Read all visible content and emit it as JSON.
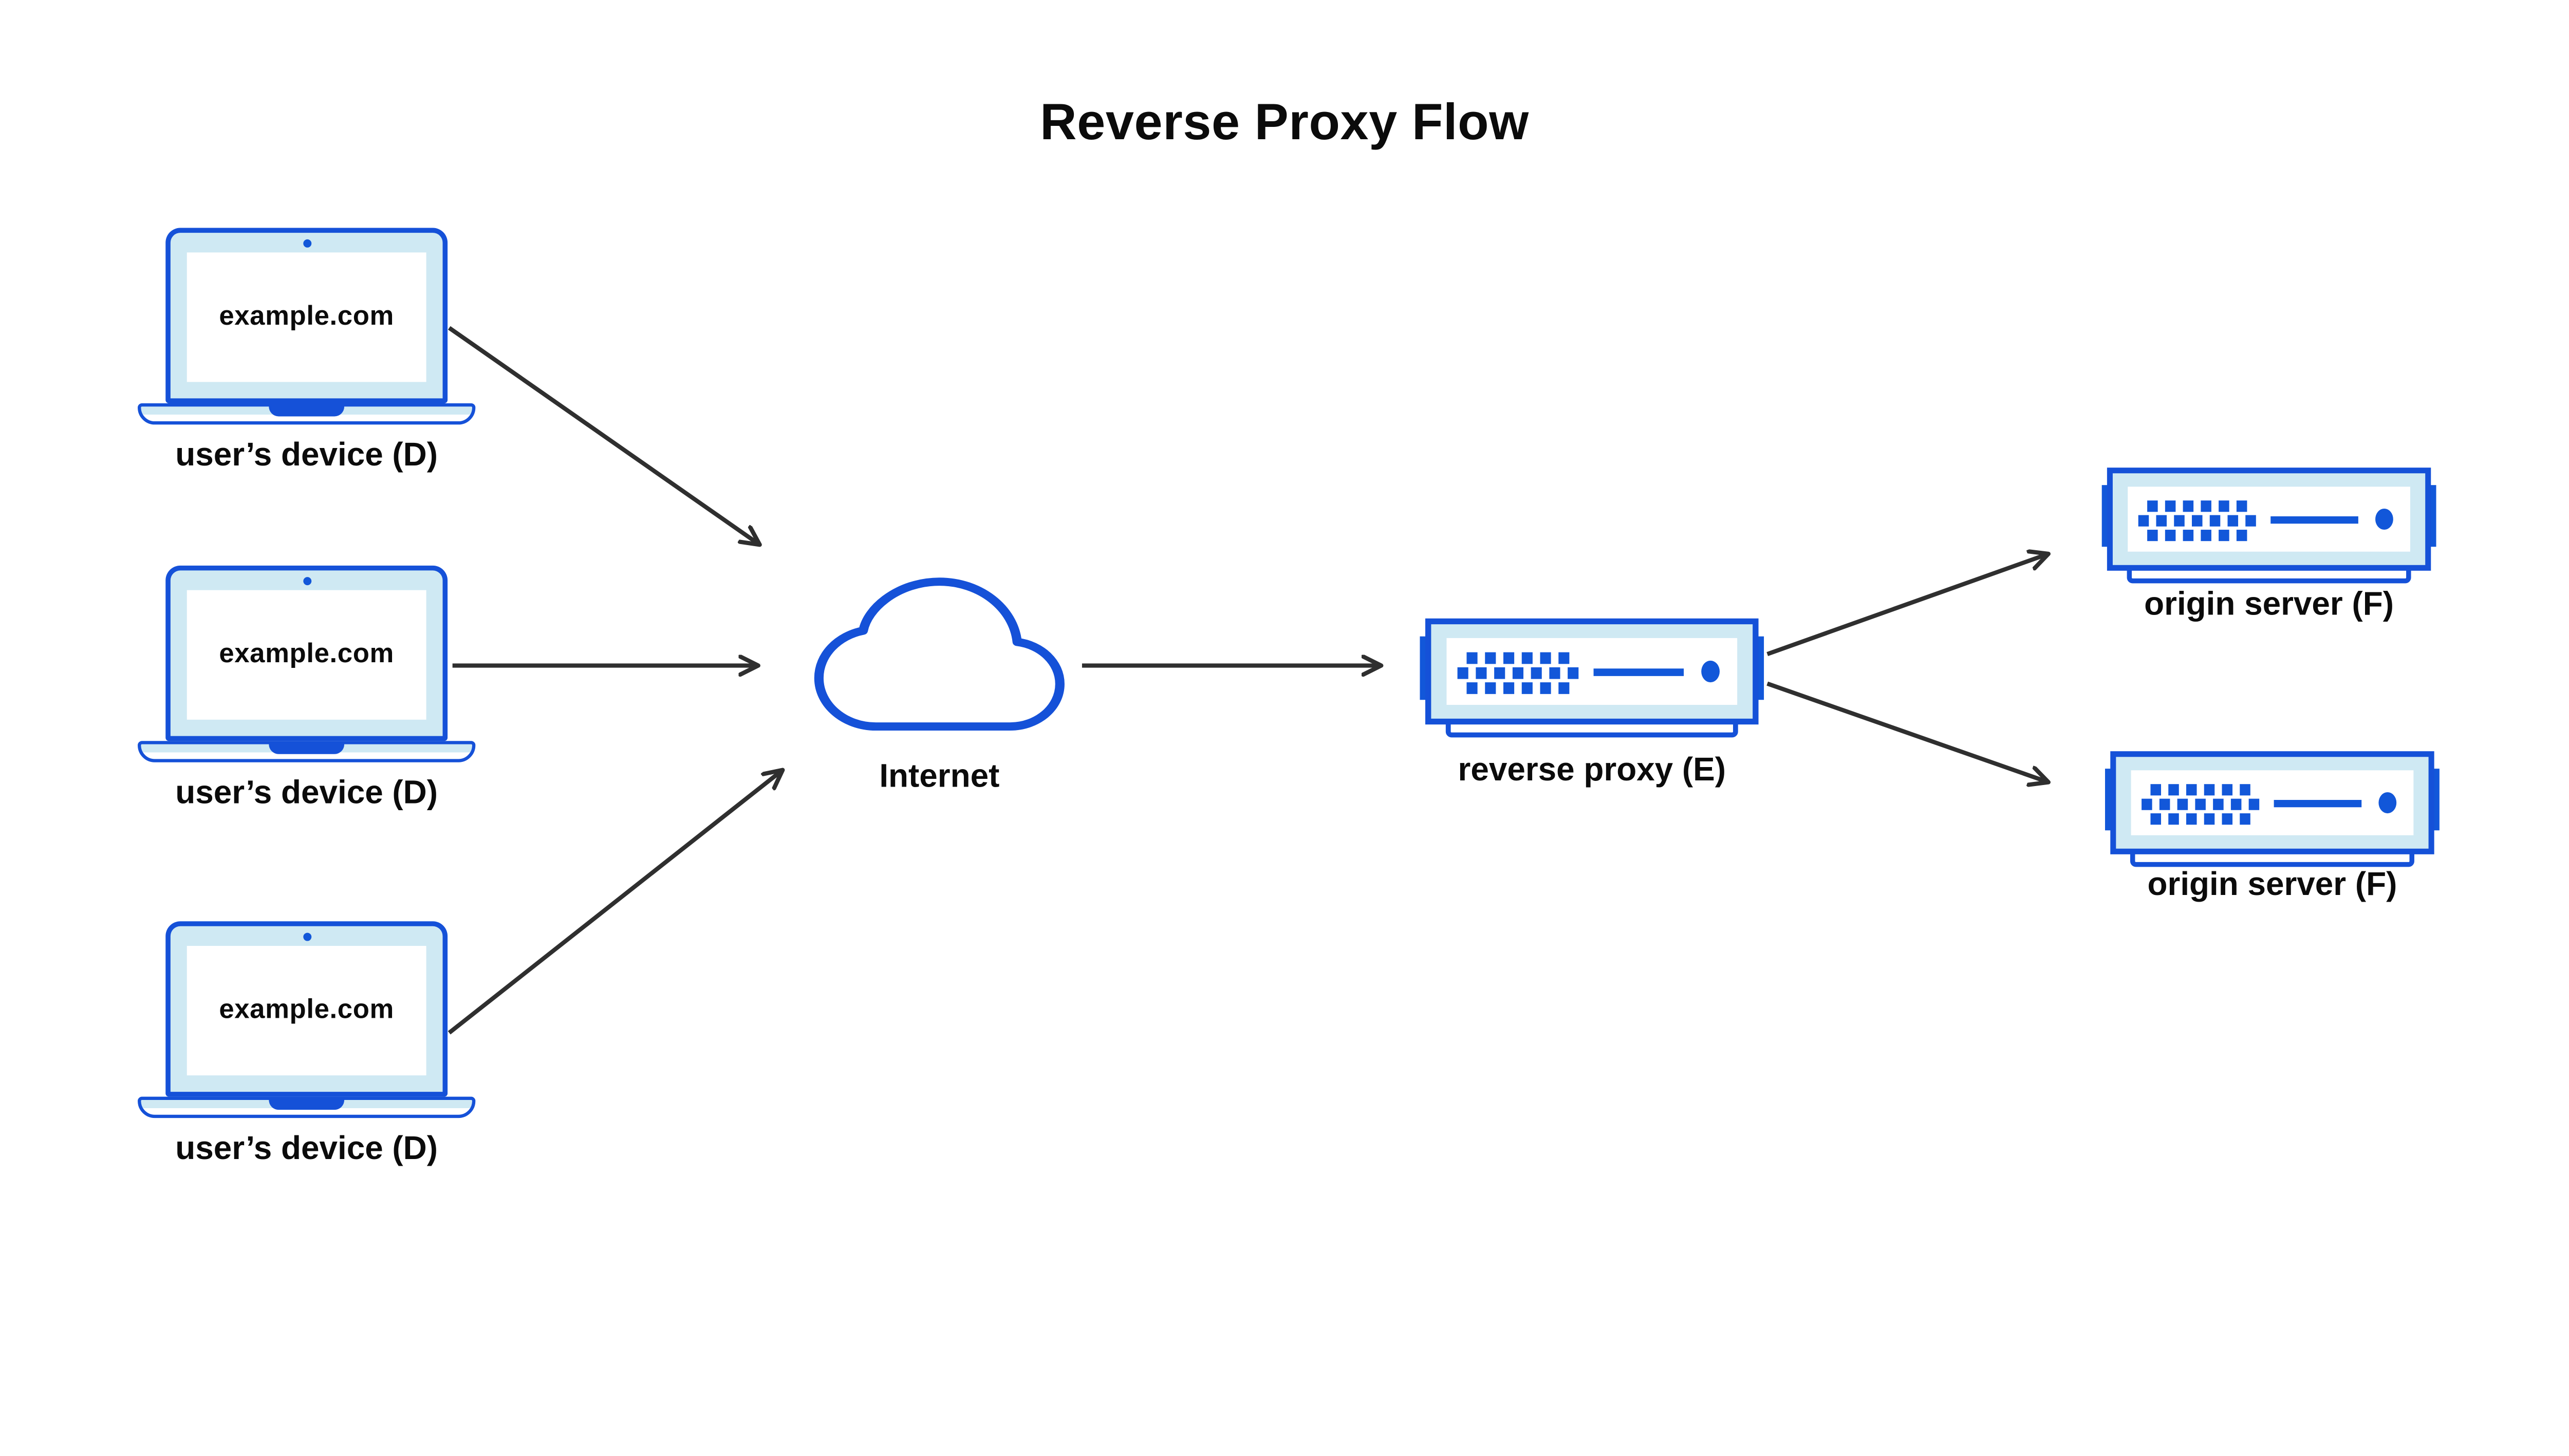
{
  "title": "Reverse Proxy Flow",
  "nodes": {
    "devices": [
      {
        "screen_text": "example.com",
        "label": "user’s device (D)"
      },
      {
        "screen_text": "example.com",
        "label": "user’s device (D)"
      },
      {
        "screen_text": "example.com",
        "label": "user’s device (D)"
      }
    ],
    "internet": {
      "label": "Internet"
    },
    "proxy": {
      "label": "reverse proxy (E)"
    },
    "origins": [
      {
        "label": "origin server (F)"
      },
      {
        "label": "origin server (F)"
      }
    ]
  },
  "colors": {
    "stroke_blue": "#1551d8",
    "accent_blue": "#1257d9",
    "light_blue": "#cfe9f3",
    "arrow_dark": "#2f2f2f",
    "text": "#0b0b0b",
    "background": "#ffffff"
  }
}
